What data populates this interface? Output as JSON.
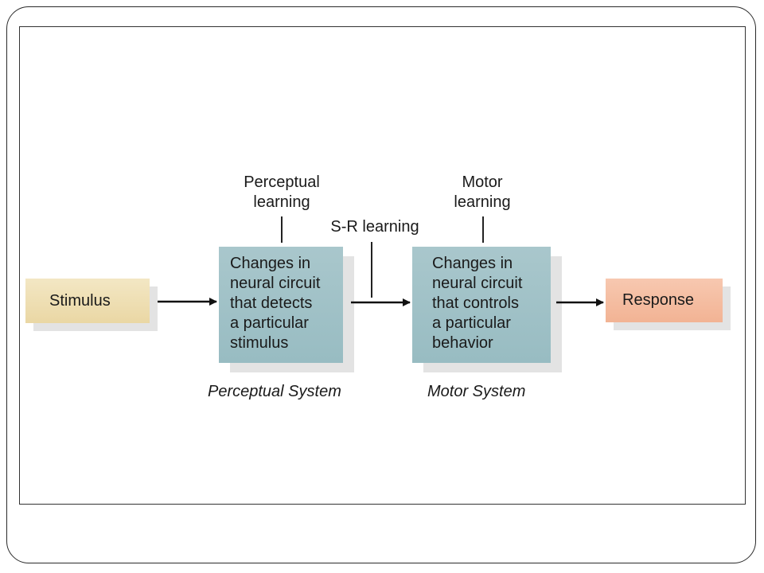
{
  "diagram": {
    "stimulus": "Stimulus",
    "response": "Response",
    "perceptual_box": "Changes in\nneural circuit\nthat detects\na particular\nstimulus",
    "motor_box": "Changes in\nneural circuit\nthat controls\na particular\nbehavior",
    "perceptual_learning": "Perceptual\nlearning",
    "sr_learning": "S-R learning",
    "motor_learning": "Motor\nlearning",
    "perceptual_system": "Perceptual System",
    "motor_system": "Motor System"
  },
  "colors": {
    "stimulus_fill": "#ead7a4",
    "response_fill": "#f2b394",
    "circuit_fill": "#a9c7cc",
    "line": "#111111"
  }
}
